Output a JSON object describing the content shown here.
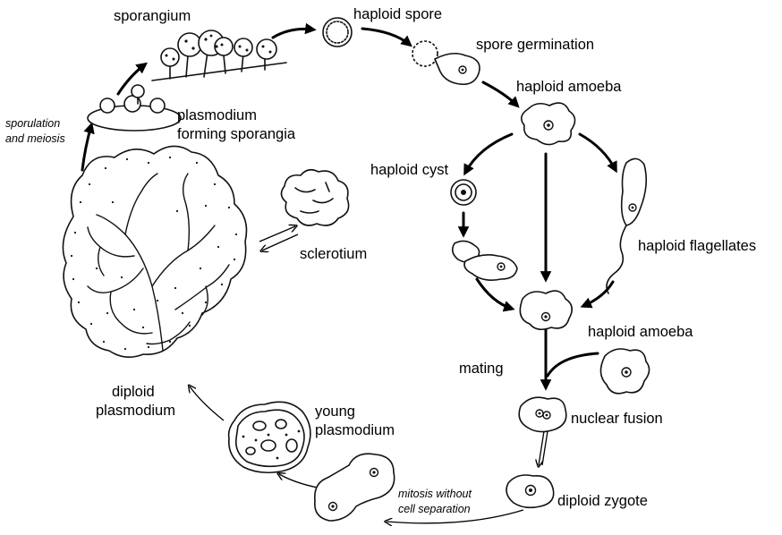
{
  "labels": {
    "sporangium": "sporangium",
    "haploid_spore": "haploid spore",
    "spore_germination": "spore germination",
    "haploid_amoeba_top": "haploid amoeba",
    "plasmodium_forming_1": "plasmodium",
    "plasmodium_forming_2": "forming sporangia",
    "sporulation_1": "sporulation",
    "sporulation_2": "and meiosis",
    "haploid_cyst": "haploid cyst",
    "sclerotium": "sclerotium",
    "haploid_flagellates": "haploid flagellates",
    "haploid_amoeba_mid": "haploid amoeba",
    "mating": "mating",
    "diploid_plasmodium_1": "diploid",
    "diploid_plasmodium_2": "plasmodium",
    "young_plasmodium_1": "young",
    "young_plasmodium_2": "plasmodium",
    "nuclear_fusion": "nuclear fusion",
    "mitosis_1": "mitosis without",
    "mitosis_2": "cell separation",
    "diploid_zygote": "diploid zygote"
  }
}
